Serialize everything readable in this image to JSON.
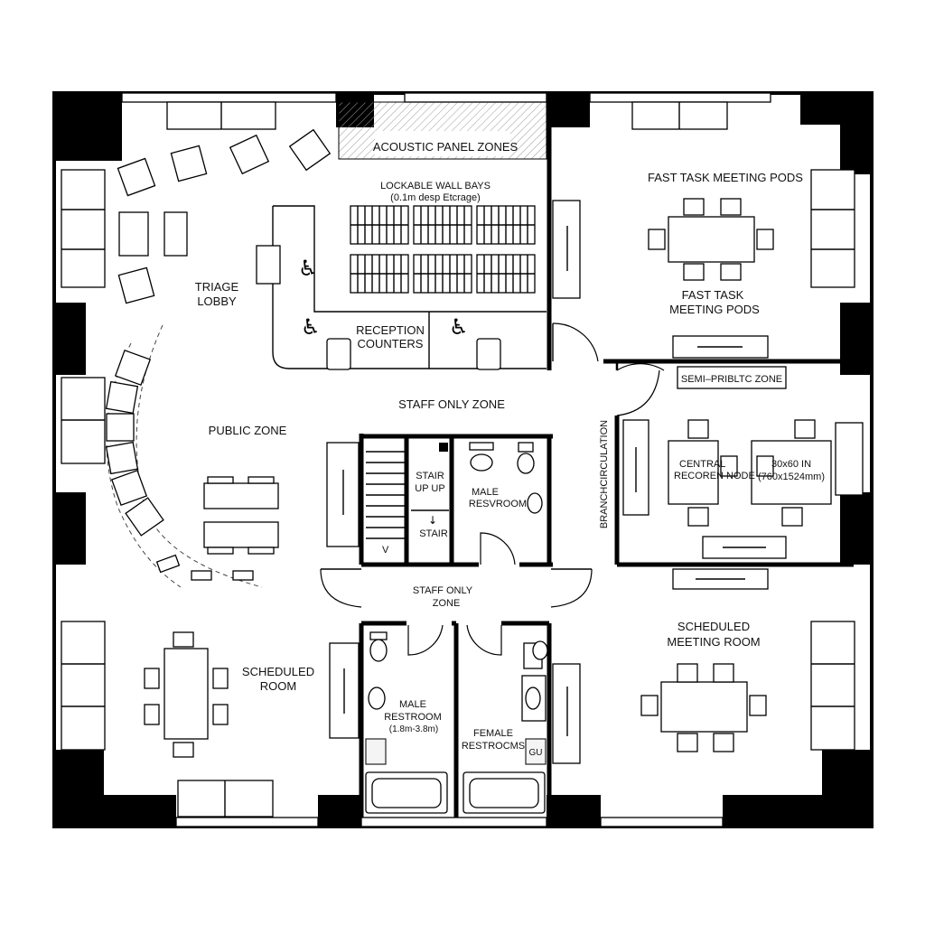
{
  "plan": {
    "labels": {
      "acoustic": "ACOUSTIC PANEL ZONES",
      "wall_bays_title": "LOCKABLE WALL BAYS",
      "wall_bays_sub": "(0.1m desp Etcrage)",
      "triage_1": "TRIAGE",
      "triage_2": "LOBBY",
      "reception_1": "RECEPTION",
      "reception_2": "COUNTERS",
      "staff_zone_top": "STAFF ONLY ZONE",
      "public_zone": "PUBLIC ZONE",
      "fast_task_top": "FAST TASK MEETING PODS",
      "fast_task_1": "FAST TASK",
      "fast_task_2": "MEETING PODS",
      "semi_public": "SEMI–PRIBLTC ZONE",
      "branch_circ": "BRANCHCIRCULATION",
      "central_1": "CENTRAL",
      "central_2": "RECOREN NODE",
      "size_1": "30x60 IN",
      "size_2": "(760x1524mm)",
      "stair_up_1": "STAIR",
      "stair_up_2": "UP UP",
      "stair": "STAIR",
      "male_rest_top_1": "MALE",
      "male_rest_top_2": "RESVROOM",
      "staff_zone_mid_1": "STAFF ONLY",
      "staff_zone_mid_2": "ZONE",
      "sched_meeting_1": "SCHEDULED",
      "sched_meeting_2": "MEETING ROOM",
      "sched_room_1": "SCHEDULED",
      "sched_room_2": "ROOM",
      "male_rest_1": "MALE",
      "male_rest_2": "RESTROOM",
      "male_rest_3": "(1.8m-3.8m)",
      "female_rest_1": "FEMALE",
      "female_rest_2": "RESTROCMS",
      "gu_mark": "GU",
      "v_mark": "V"
    },
    "icons": [
      "wheelchair-icon",
      "toilet-icon",
      "sink-icon",
      "bathtub-icon",
      "door-swing-icon",
      "stair-arrow-icon"
    ]
  }
}
